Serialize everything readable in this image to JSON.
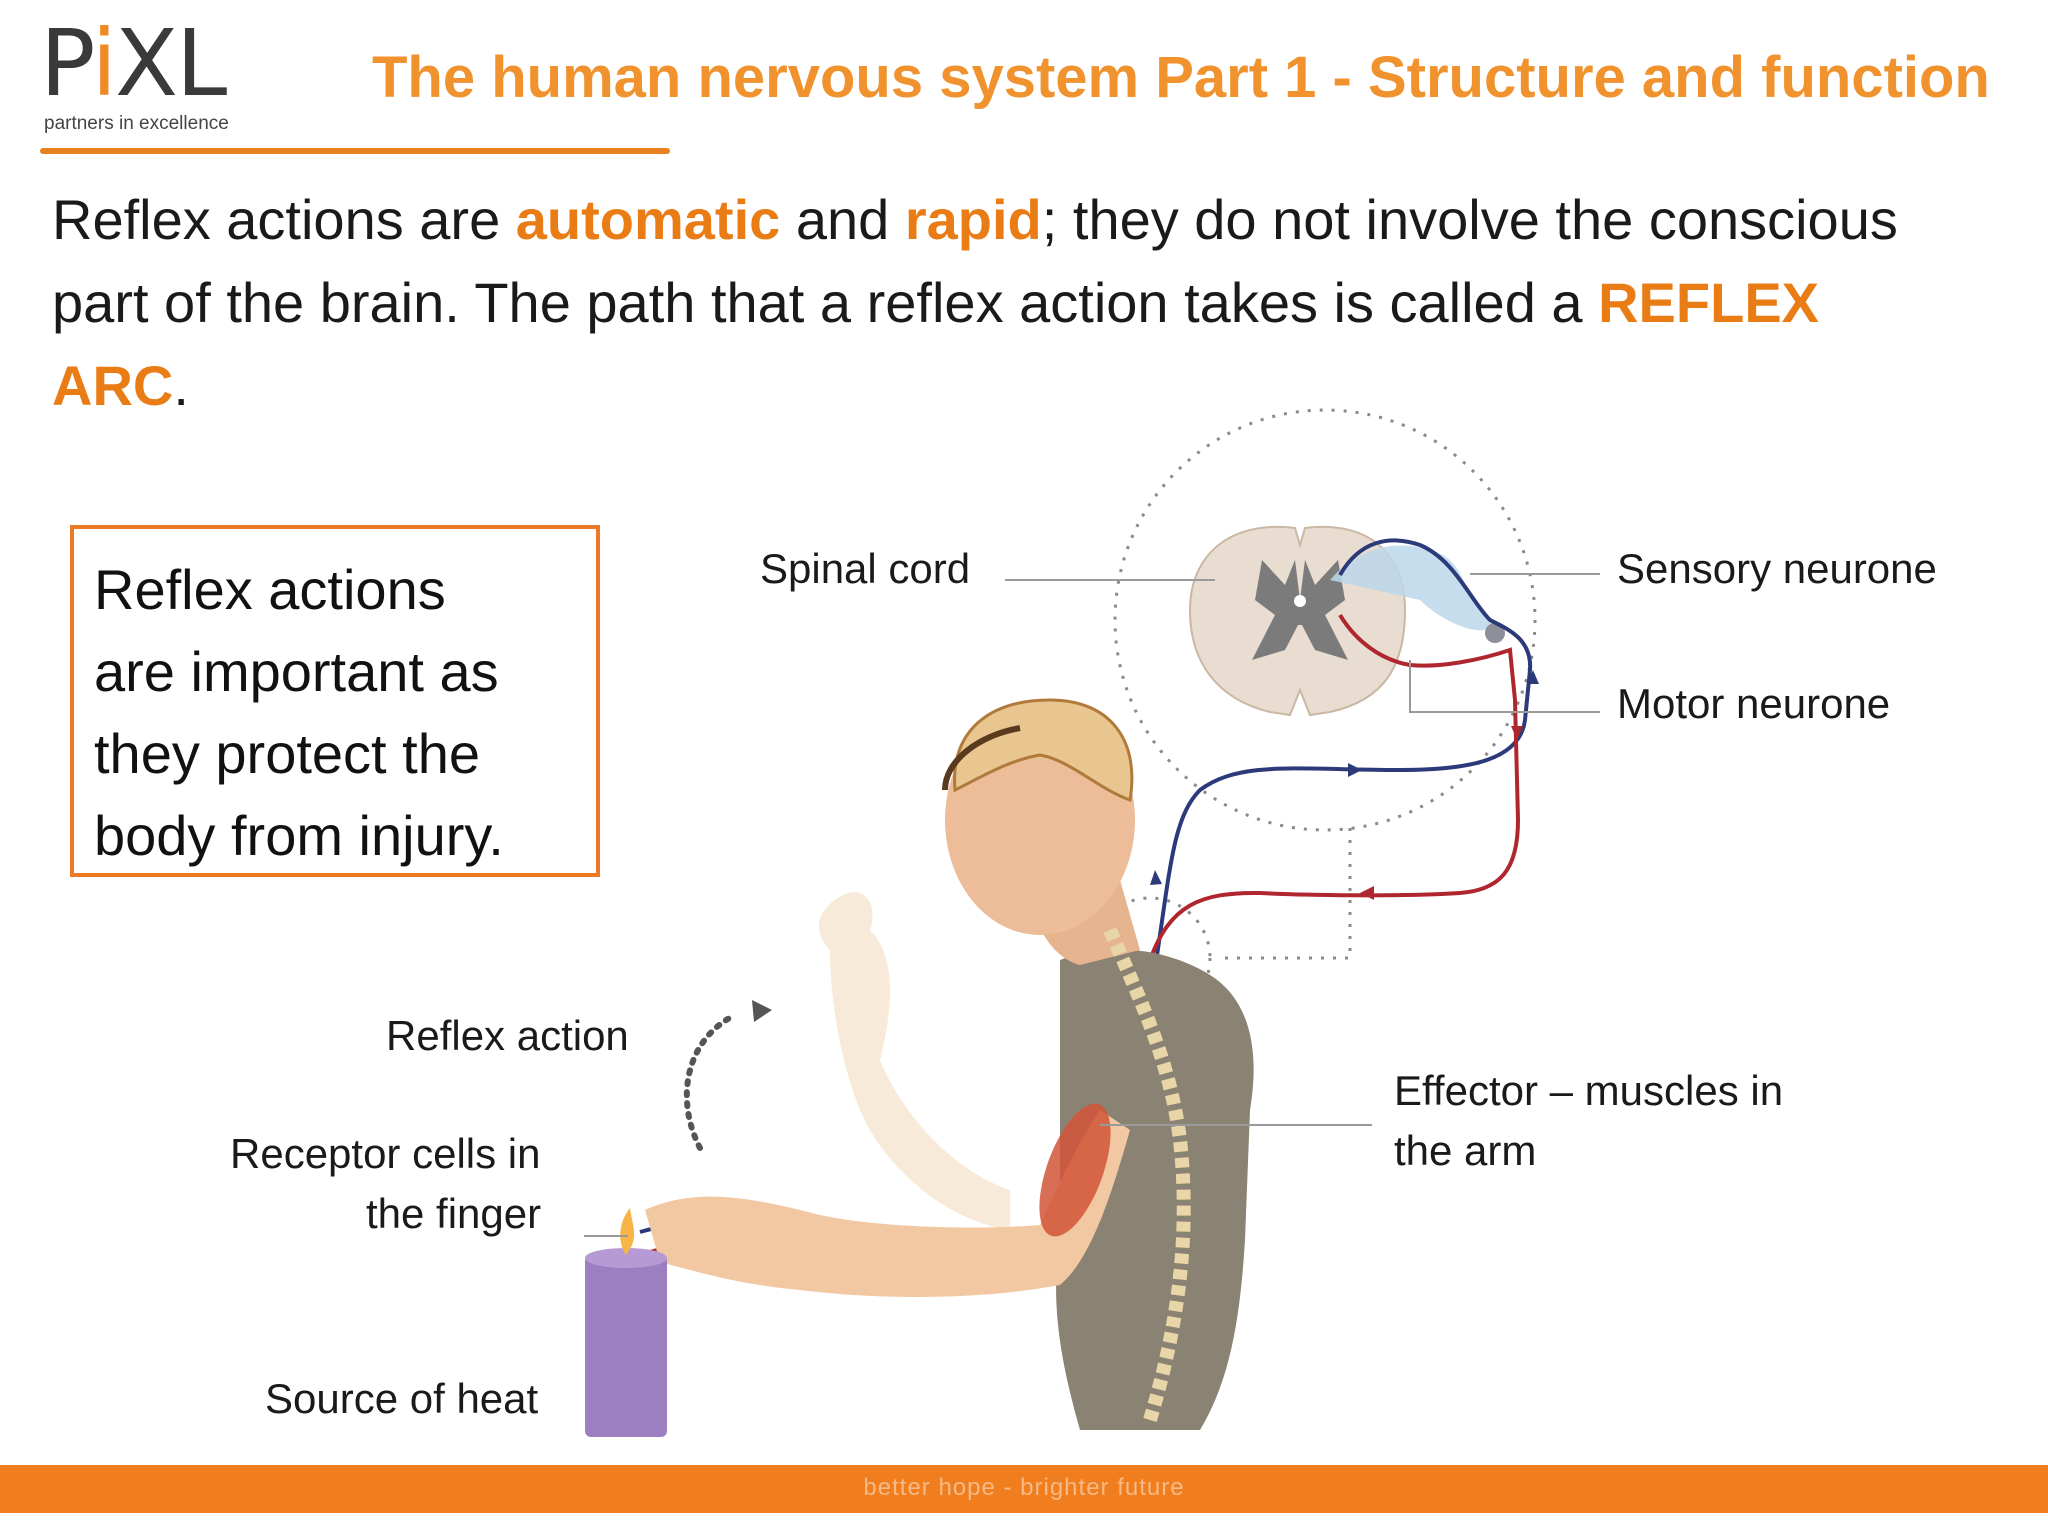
{
  "logo": {
    "word_pre": "P",
    "word_i": "i",
    "word_post": "XL",
    "tagline": "partners in excellence"
  },
  "header": {
    "title": "The human nervous system Part 1 - Structure and function"
  },
  "intro": {
    "t1": "Reflex actions are ",
    "h1": "automatic",
    "t2": " and ",
    "h2": "rapid",
    "t3": "; they do not involve the conscious part of the brain. The path that a reflex action takes is called a ",
    "h3": "REFLEX ARC",
    "t4": "."
  },
  "callout": {
    "text": "Reflex actions\nare important as\nthey protect the\nbody from injury."
  },
  "labels": {
    "spinal_cord": "Spinal cord",
    "sensory_neurone": "Sensory neurone",
    "motor_neurone": "Motor neurone",
    "reflex_action": "Reflex action",
    "receptor_line1": "Receptor cells in",
    "receptor_line2": "the finger",
    "source_of_heat": "Source of heat",
    "effector_line1": "Effector – muscles in",
    "effector_line2": "the arm"
  },
  "footer": {
    "text": "better hope - brighter future"
  },
  "colors": {
    "accent": "#f07e1e",
    "sensory": "#2d3a7a",
    "motor": "#b0262f",
    "candle": "#9b7fc0"
  }
}
